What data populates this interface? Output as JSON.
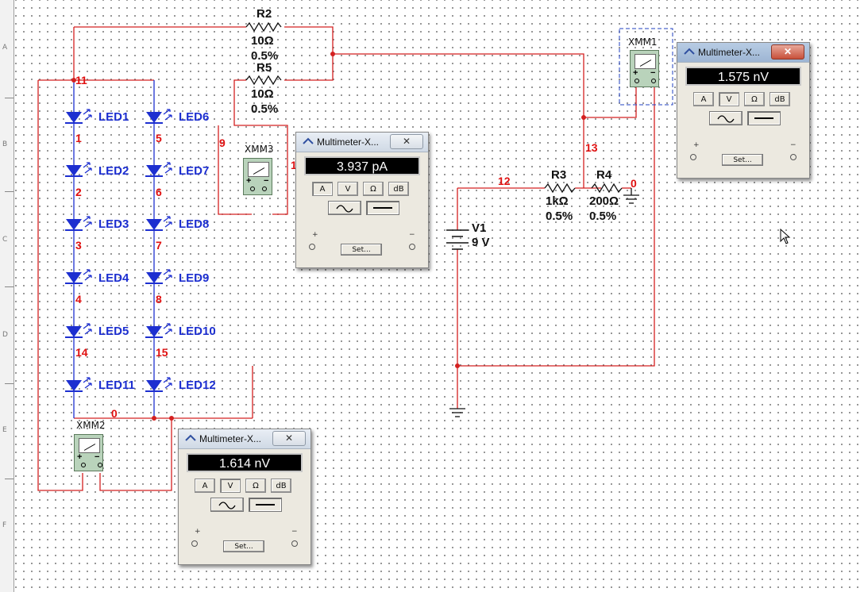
{
  "resistors": {
    "r2": {
      "name": "R2",
      "value": "10Ω",
      "tol": "0.5%"
    },
    "r5": {
      "name": "R5",
      "value": "10Ω",
      "tol": "0.5%"
    },
    "r3": {
      "name": "R3",
      "value": "1kΩ",
      "tol": "0.5%"
    },
    "r4": {
      "name": "R4",
      "value": "200Ω",
      "tol": "0.5%"
    }
  },
  "source": {
    "name": "V1",
    "value": "9 V"
  },
  "leds": [
    "LED1",
    "LED2",
    "LED3",
    "LED4",
    "LED5",
    "LED11",
    "LED6",
    "LED7",
    "LED8",
    "LED9",
    "LED10",
    "LED12"
  ],
  "nodes": [
    "11",
    "1",
    "2",
    "3",
    "4",
    "14",
    "5",
    "6",
    "7",
    "8",
    "15",
    "9",
    "0",
    "12",
    "13",
    "0"
  ],
  "node_partial": "1",
  "multimeter_symbols": {
    "xmm1": "XMM1",
    "xmm2": "XMM2",
    "xmm3": "XMM3"
  },
  "multimeter_windows": [
    {
      "title": "Multimeter-X...",
      "reading": "3.937 pA",
      "mode": "A",
      "close": "✕"
    },
    {
      "title": "Multimeter-X...",
      "reading": "1.575 nV",
      "mode": "V",
      "close": "✕"
    },
    {
      "title": "Multimeter-X...",
      "reading": "1.614 nV",
      "mode": "V",
      "close": "✕"
    }
  ],
  "mode_buttons": [
    "A",
    "V",
    "Ω",
    "dB"
  ],
  "set_button": "Set...",
  "terminals": {
    "plus": "+",
    "minus": "−"
  },
  "ruler_rows": [
    "A",
    "B",
    "C",
    "D",
    "E",
    "F"
  ],
  "colors": {
    "wire": "#d42020",
    "led": "#1d2fd0",
    "node_label": "#e01010",
    "meter_body": "#b9d3bb",
    "display": "#000000"
  }
}
